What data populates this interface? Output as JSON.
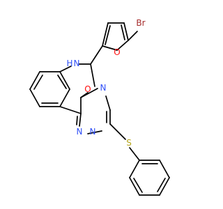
{
  "atoms": {
    "br": "Br",
    "o_furan": "O",
    "nh": "H",
    "nh_n": "N",
    "o_ring": "O",
    "n_a": "N",
    "n_b": "N",
    "n_c": "N",
    "s": "S"
  },
  "colors": {
    "bond": "#000000",
    "bromine": "#a52a2a",
    "oxygen": "#ff0d0d",
    "nitrogen": "#3050f8",
    "sulfur": "#b5a51a"
  }
}
